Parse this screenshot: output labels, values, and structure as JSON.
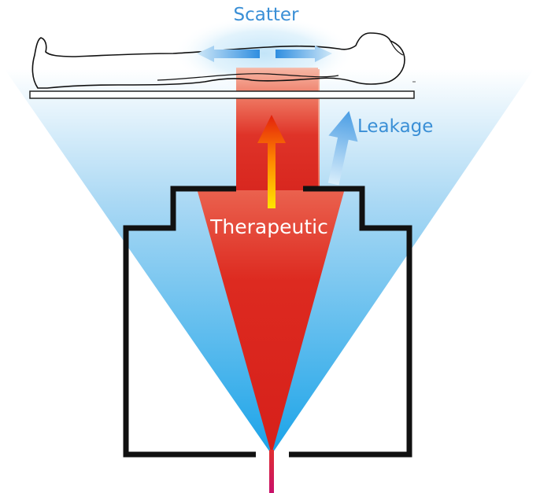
{
  "labels": {
    "scatter": "Scatter",
    "leakage": "Leakage",
    "therapeutic": "Therapeutic"
  },
  "colors": {
    "leakage_cone": "#1aa3e8",
    "therapeutic_beam": "#d9231c",
    "scatter_text": "#3a8fd6",
    "leakage_text": "#3a8fd6",
    "therapeutic_text": "#ffffff",
    "housing_outline": "#111111",
    "source_line": "#cc1155"
  }
}
